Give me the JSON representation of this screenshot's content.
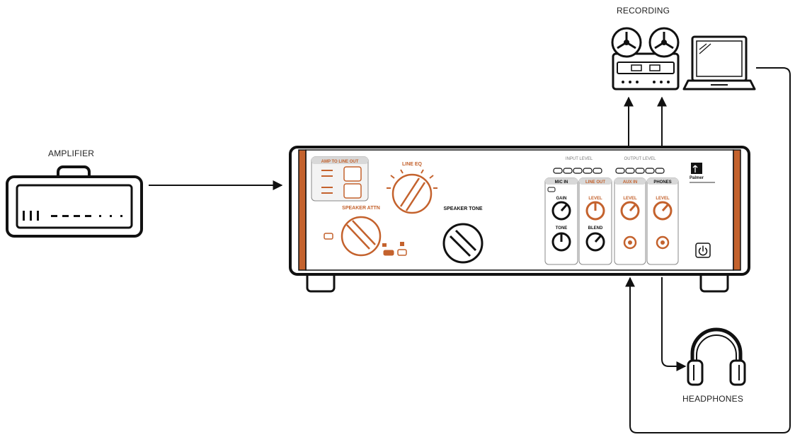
{
  "labels": {
    "amplifier": "AMPLIFIER",
    "recording": "RECORDING",
    "headphones": "HEADPHONES"
  },
  "panel": {
    "amp_to_line_out": "AMP TO LINE OUT",
    "line_eq": "LINE EQ",
    "speaker_attn": "SPEAKER ATTN",
    "speaker_tone": "SPEAKER TONE",
    "input_level": "INPUT LEVEL",
    "output_level": "OUTPUT LEVEL",
    "mic_in": "MIC IN",
    "line_out": "LINE OUT",
    "aux_in": "AUX IN",
    "phones": "PHONES",
    "gain": "GAIN",
    "tone": "TONE",
    "level_line": "LEVEL",
    "blend": "BLEND",
    "level_aux": "LEVEL",
    "level_phones": "LEVEL",
    "brand": "Palmer"
  },
  "colors": {
    "accent": "#C4622D",
    "line": "#111111",
    "panel_grey": "#e9e9e9"
  }
}
